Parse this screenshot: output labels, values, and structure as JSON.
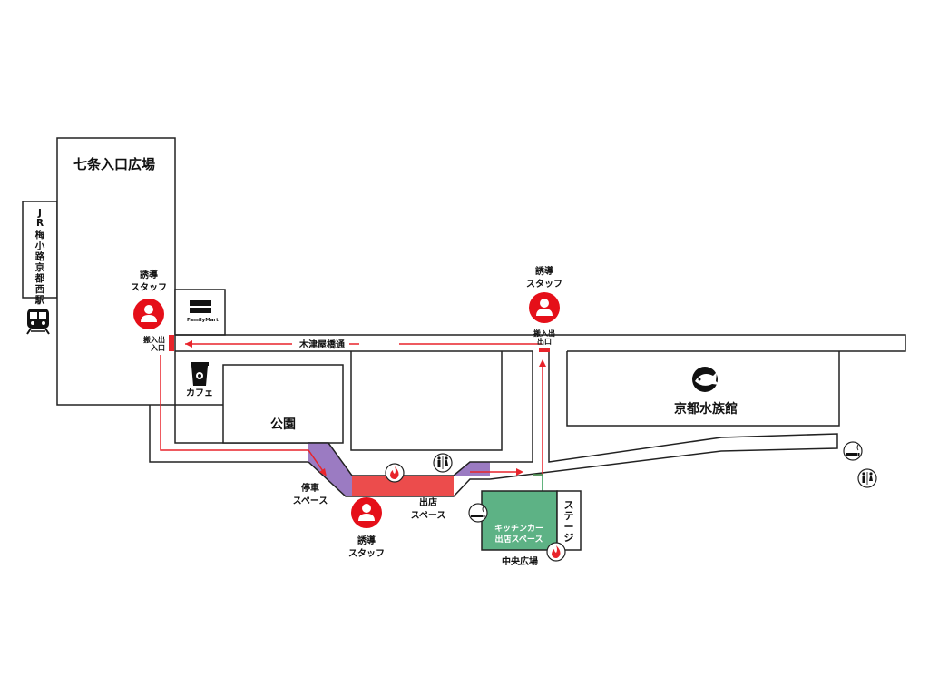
{
  "map": {
    "station_label_chars": [
      "J",
      "R",
      "梅",
      "小",
      "路",
      "京",
      "都",
      "西",
      "駅"
    ],
    "plaza_title": "七条入口広場",
    "family_mart_label": "FamilyMart",
    "cafe_label": "カフェ",
    "park_label": "公園",
    "aquarium_label": "京都水族館",
    "street_label": "木津屋橋通",
    "entrance_label_line1": "搬入出",
    "entrance_label_line2": "入口",
    "exit_label_line1": "搬入出",
    "exit_label_line2": "出口",
    "staff_left_line1": "誘導",
    "staff_left_line2": "スタッフ",
    "staff_top_line1": "誘導",
    "staff_top_line2": "スタッフ",
    "staff_bottom_line1": "誘導",
    "staff_bottom_line2": "スタッフ",
    "parking_line1": "停車",
    "parking_line2": "スペース",
    "vendor_line1": "出店",
    "vendor_line2": "スペース",
    "kitchen_car_line1": "キッチンカー",
    "kitchen_car_line2": "出店スペース",
    "stage_label_chars": [
      "ス",
      "テ",
      "ー",
      "ジ"
    ],
    "central_plaza_label": "中央広場",
    "colors": {
      "route_red": "#e8242b",
      "route_green": "#2e9a53",
      "parking_purple": "#9b7bc2",
      "vendor_red": "#ec4c4c",
      "kitchen_green": "#5db285",
      "staff_red": "#e50f19"
    },
    "icons": [
      "train-icon",
      "family-mart-logo",
      "coffee-cup-icon",
      "fish-logo-icon",
      "fire-icon",
      "restroom-icon",
      "smoking-area-icon",
      "staff-person-icon"
    ]
  }
}
